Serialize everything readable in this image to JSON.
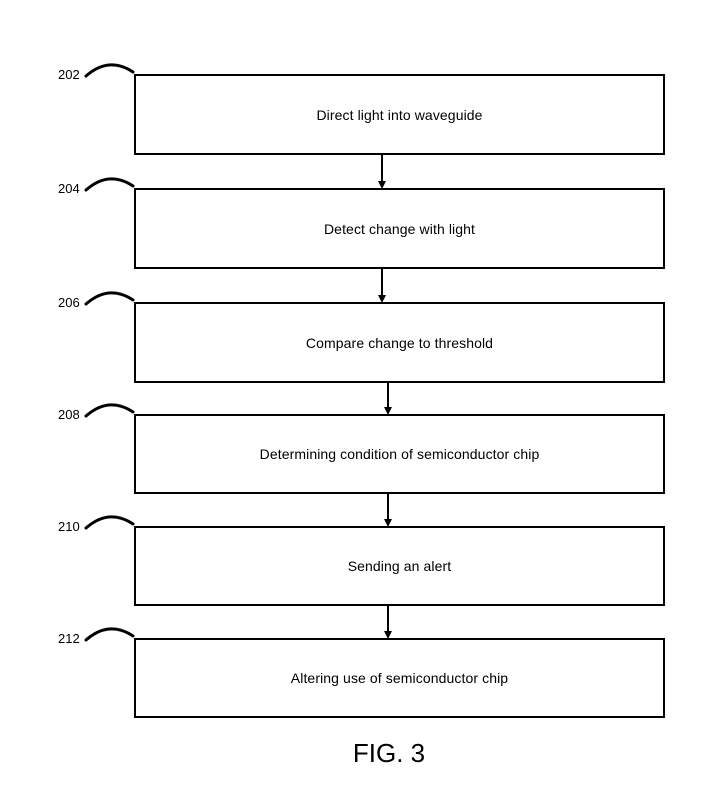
{
  "figure": {
    "title": "FIG. 3"
  },
  "steps": [
    {
      "ref": "202",
      "text": "Direct light into waveguide"
    },
    {
      "ref": "204",
      "text": "Detect change with light"
    },
    {
      "ref": "206",
      "text": "Compare change to threshold"
    },
    {
      "ref": "208",
      "text": "Determining condition of semiconductor chip"
    },
    {
      "ref": "210",
      "text": "Sending an alert"
    },
    {
      "ref": "212",
      "text": "Altering use of semiconductor chip"
    }
  ]
}
